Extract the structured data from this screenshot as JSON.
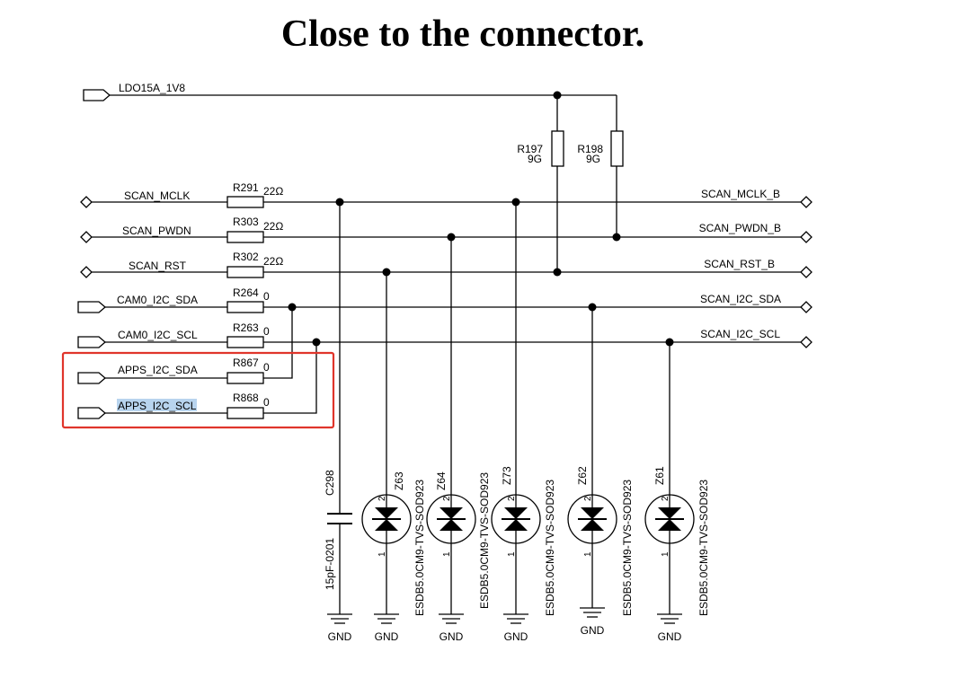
{
  "title": "Close to the connector.",
  "supply": {
    "net": "LDO15A_1V8"
  },
  "pullups": [
    {
      "ref": "R197",
      "value": "9G"
    },
    {
      "ref": "R198",
      "value": "9G"
    }
  ],
  "signals": [
    {
      "left": "SCAN_MCLK",
      "ref": "R291",
      "value": "22Ω",
      "right": "SCAN_MCLK_B"
    },
    {
      "left": "SCAN_PWDN",
      "ref": "R303",
      "value": "22Ω",
      "right": "SCAN_PWDN_B"
    },
    {
      "left": "SCAN_RST",
      "ref": "R302",
      "value": "22Ω",
      "right": "SCAN_RST_B"
    },
    {
      "left": "CAM0_I2C_SDA",
      "ref": "R264",
      "value": "0",
      "right": "SCAN_I2C_SDA"
    },
    {
      "left": "CAM0_I2C_SCL",
      "ref": "R263",
      "value": "0",
      "right": "SCAN_I2C_SCL"
    },
    {
      "left": "APPS_I2C_SDA",
      "ref": "R867",
      "value": "0",
      "right": ""
    },
    {
      "left": "APPS_I2C_SCL",
      "ref": "R868",
      "value": "0",
      "right": ""
    }
  ],
  "capacitor": {
    "ref": "C298",
    "value": "15pF-0201"
  },
  "tvs": [
    {
      "ref": "Z63",
      "part": "ESDB5.0CM9-TVS-SOD923"
    },
    {
      "ref": "Z64",
      "part": "ESDB5.0CM9-TVS-SOD923"
    },
    {
      "ref": "Z73",
      "part": "ESDB5.0CM9-TVS-SOD923"
    },
    {
      "ref": "Z62",
      "part": "ESDB5.0CM9-TVS-SOD923"
    },
    {
      "ref": "Z61",
      "part": "ESDB5.0CM9-TVS-SOD923"
    }
  ],
  "pins": {
    "p1": "1",
    "p2": "2"
  },
  "ground": "GND",
  "colors": {
    "highlight_box": "#e0352b",
    "text_selection": "#b8d4ee"
  }
}
